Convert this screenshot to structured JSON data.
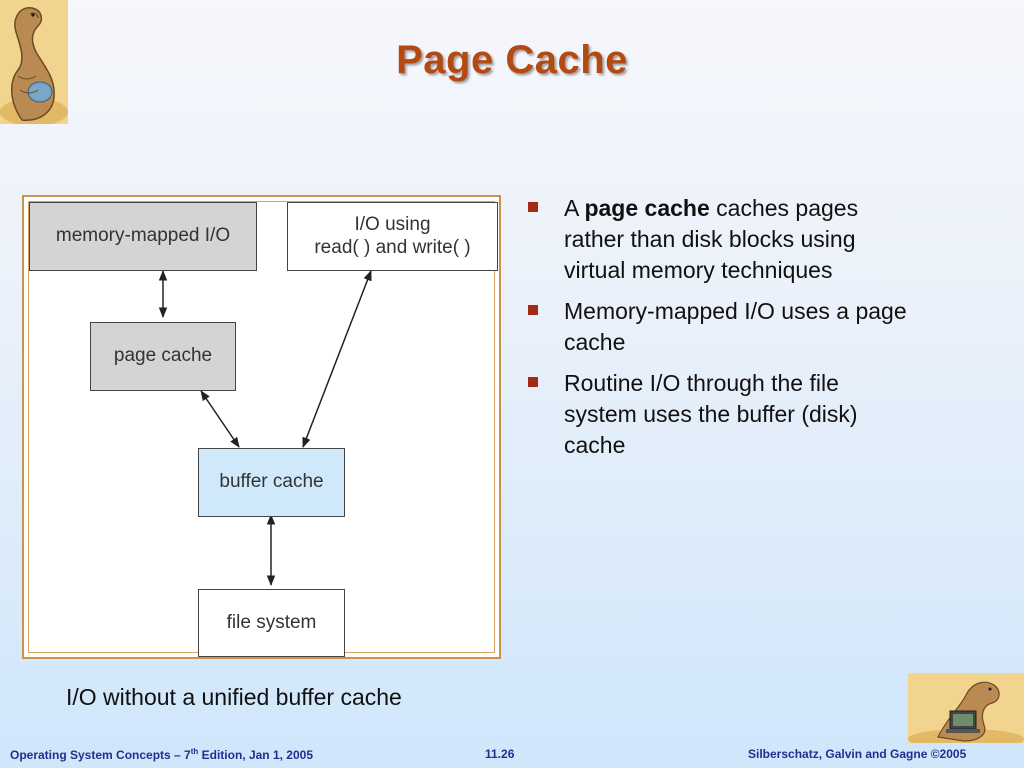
{
  "slide": {
    "title": "Page Cache",
    "figure": {
      "boxes": {
        "memory_mapped_io": "memory-mapped I/O",
        "io_using_line1": "I/O using",
        "io_using_line2": "read( ) and write( )",
        "page_cache": "page cache",
        "buffer_cache": "buffer cache",
        "file_system": "file system"
      },
      "caption": "I/O without a unified buffer cache"
    },
    "bullets": [
      {
        "prefix": "A ",
        "bold": "page cache",
        "rest": " caches pages rather than disk blocks using virtual memory techniques"
      },
      {
        "prefix": "",
        "bold": "",
        "rest": "Memory-mapped I/O uses a page cache"
      },
      {
        "prefix": "",
        "bold": "",
        "rest": "Routine I/O through the file system uses the buffer (disk) cache"
      }
    ],
    "footer": {
      "left_pre": "Operating System Concepts – 7",
      "left_sup": "th",
      "left_post": " Edition, Jan 1, 2005",
      "center": "11.26",
      "right": "Silberschatz, Galvin and Gagne ©2005"
    },
    "colors": {
      "title": "#b44a12",
      "bullet": "#a32a14",
      "footer": "#1f2f8f",
      "gray_box": "#d4d4d4",
      "blue_box": "#cfe9fb"
    }
  }
}
